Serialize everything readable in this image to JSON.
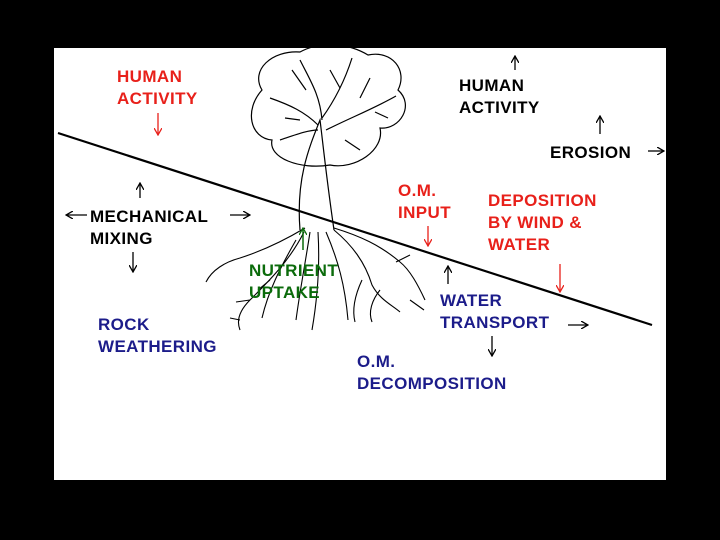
{
  "colors": {
    "background": "#000000",
    "panel": "#ffffff",
    "red": "#e8201a",
    "black": "#000000",
    "green": "#0b6b0b",
    "navy": "#1c1c8a"
  },
  "labels": {
    "human_activity_left": [
      "HUMAN",
      "ACTIVITY"
    ],
    "human_activity_right": [
      "HUMAN",
      "ACTIVITY"
    ],
    "erosion": "EROSION",
    "mechanical_mixing": [
      "MECHANICAL",
      "MIXING"
    ],
    "om_input": [
      "O.M.",
      "INPUT"
    ],
    "deposition": [
      "DEPOSITION",
      "BY WIND &",
      "WATER"
    ],
    "nutrient_uptake": [
      "NUTRIENT",
      "UPTAKE"
    ],
    "water_transport": [
      "WATER",
      "TRANSPORT"
    ],
    "rock_weathering": [
      "ROCK",
      "WEATHERING"
    ],
    "om_decomposition": [
      "O.M.",
      "DECOMPOSITION"
    ]
  },
  "icons": [
    "tree-icon",
    "roots-icon",
    "arrow-up-icon",
    "arrow-down-icon",
    "arrow-left-icon",
    "arrow-right-icon"
  ]
}
